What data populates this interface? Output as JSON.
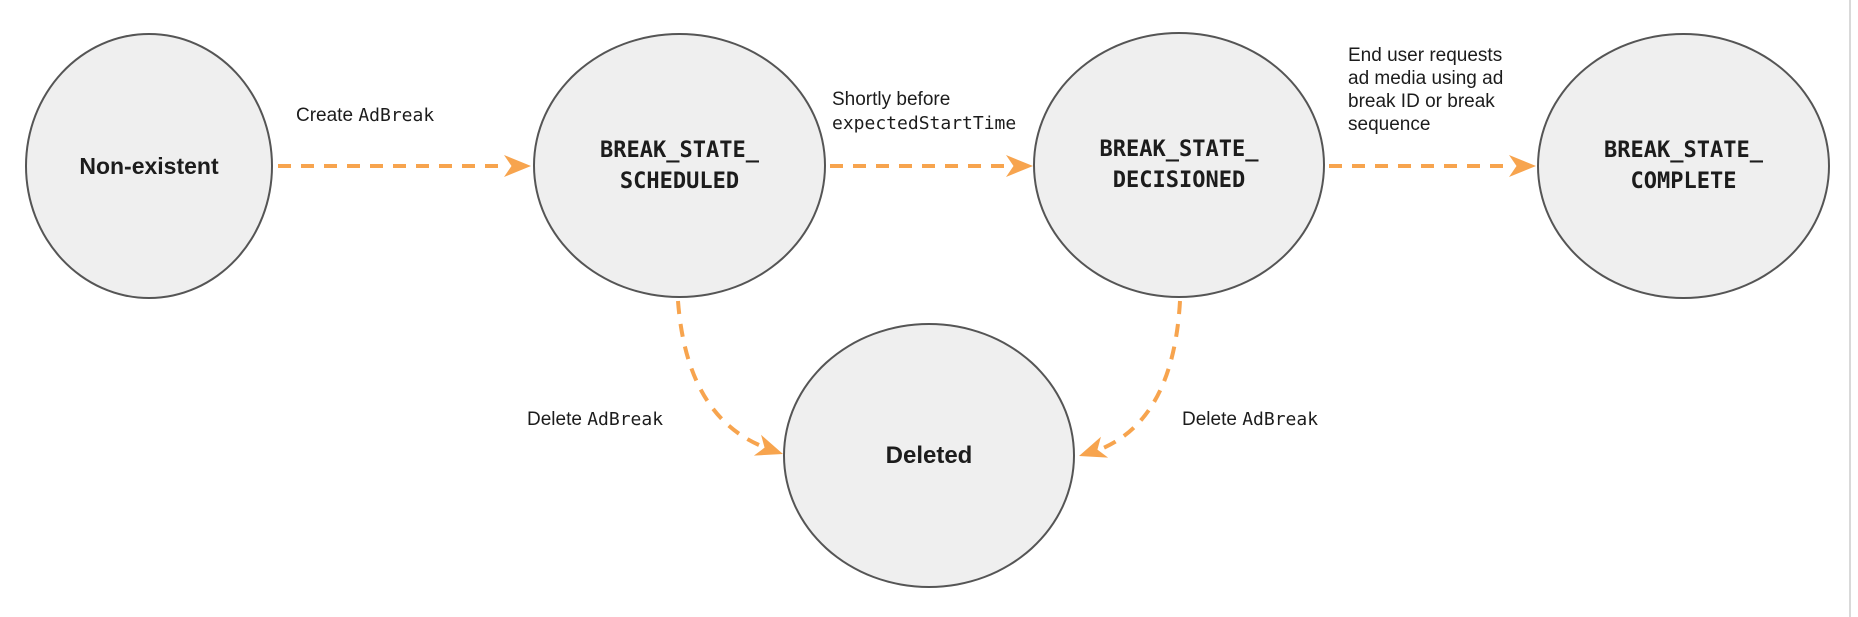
{
  "colors": {
    "accent": "#F7A44E",
    "node_fill": "#EFEFEF",
    "node_stroke": "#555555",
    "ink": "#1C1C1C",
    "page_border": "#D9D9D9",
    "background": "#FFFFFF"
  },
  "nodes": {
    "non_existent": {
      "label": "Non-existent"
    },
    "scheduled": {
      "line1": "BREAK_STATE_",
      "line2": "SCHEDULED"
    },
    "decisioned": {
      "line1": "BREAK_STATE_",
      "line2": "DECISIONED"
    },
    "complete": {
      "line1": "BREAK_STATE_",
      "line2": "COMPLETE"
    },
    "deleted": {
      "label": "Deleted"
    }
  },
  "edges": {
    "create": {
      "sans": "Create",
      "code": "AdBreak"
    },
    "shortly": {
      "sans": "Shortly before",
      "code": "expectedStartTime"
    },
    "end_user": {
      "line1": "End user requests",
      "line2": "ad media using ad",
      "line3": "break ID or break",
      "line4": "sequence"
    },
    "delete_left": {
      "sans": "Delete",
      "code": "AdBreak"
    },
    "delete_right": {
      "sans": "Delete",
      "code": "AdBreak"
    }
  }
}
